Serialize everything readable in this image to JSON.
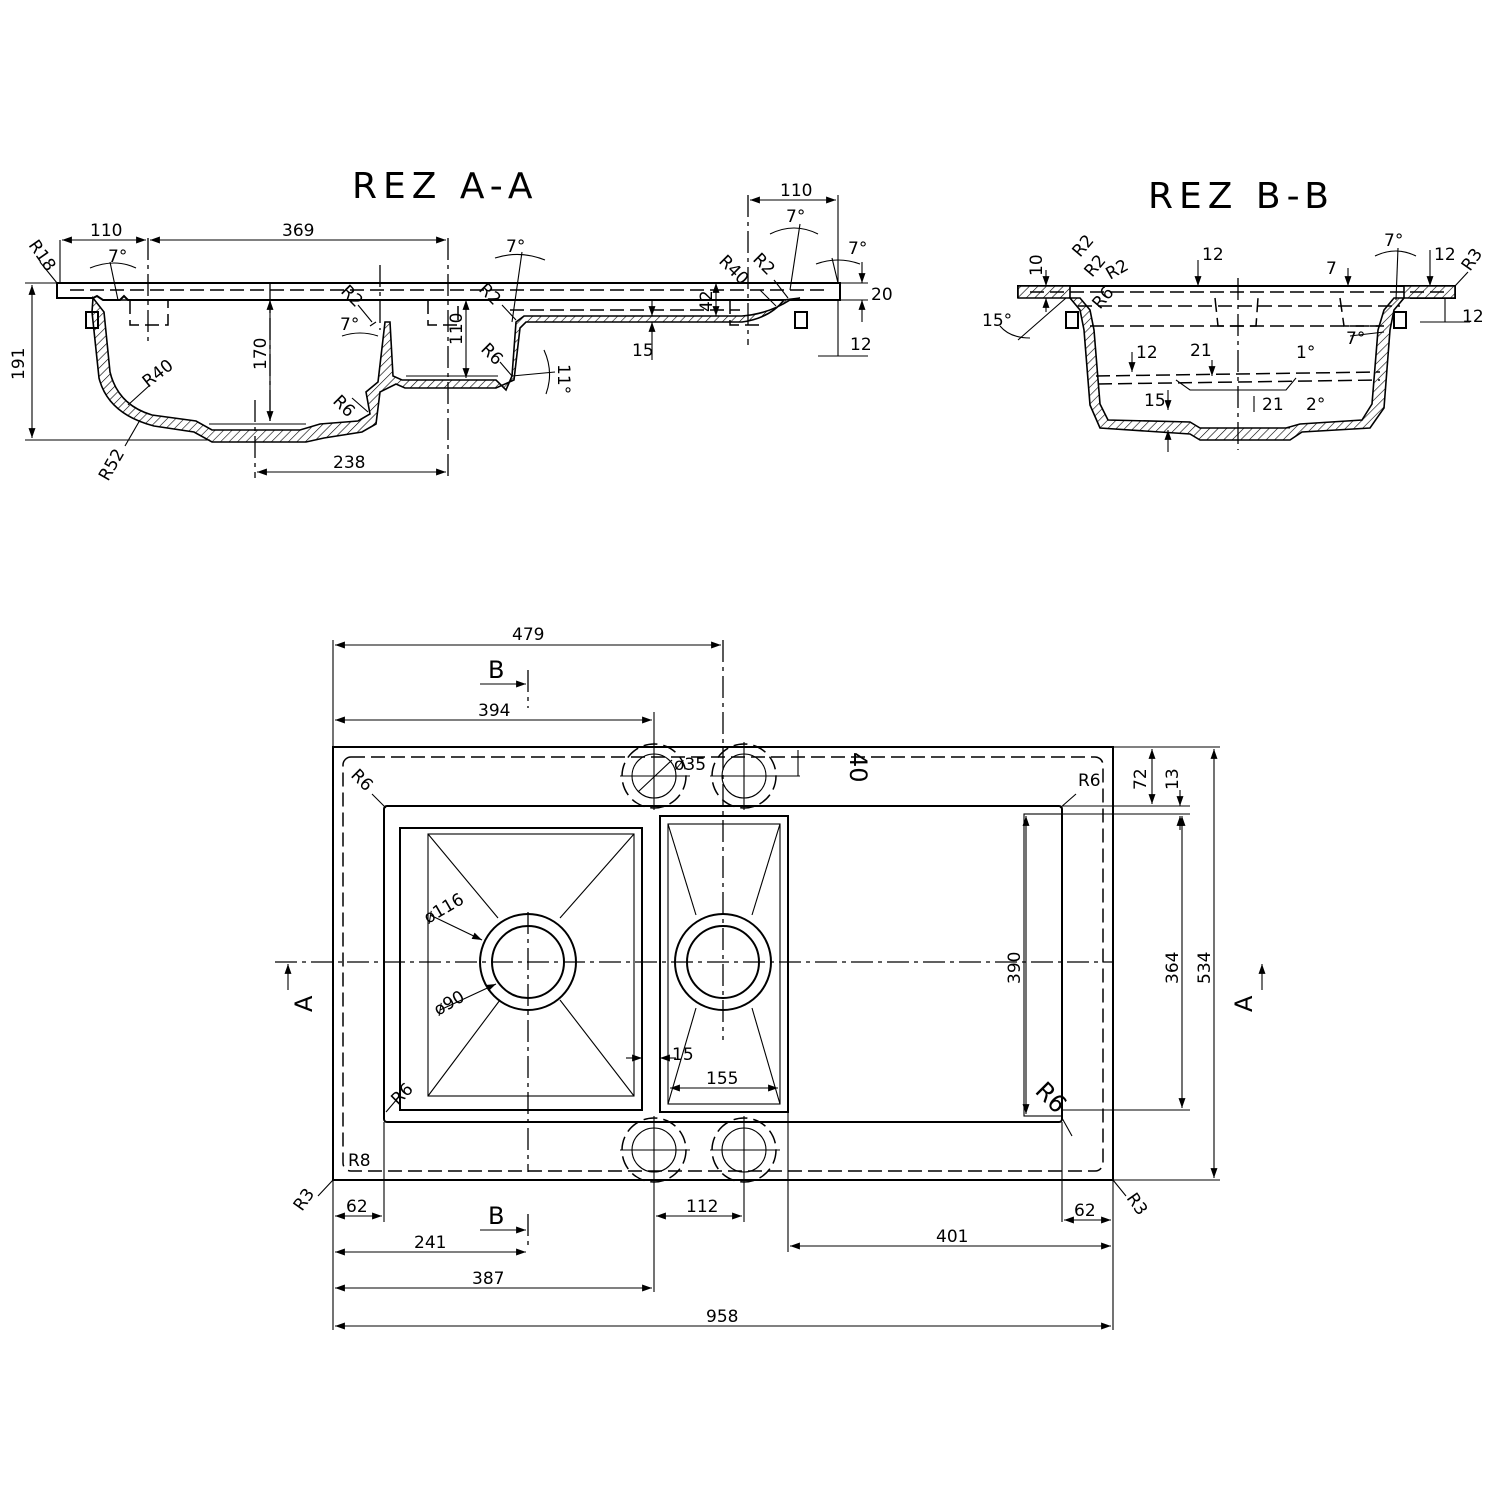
{
  "titles": {
    "section_a": "REZ A-A",
    "section_b": "REZ B-B"
  },
  "section_a": {
    "d_110_left": "110",
    "d_369": "369",
    "d_110_right": "110",
    "d_191": "191",
    "d_170": "170",
    "d_110_vert": "110",
    "d_42": "42",
    "d_20": "20",
    "d_15": "15",
    "d_12": "12",
    "d_238": "238",
    "r18": "R18",
    "r40_left": "R40",
    "r52": "R52",
    "r2_a": "R2",
    "r2_b": "R2",
    "r6_a": "R6",
    "r6_b": "R6",
    "r40_right": "R40",
    "r2_c": "R2",
    "ang_7_a": "7°",
    "ang_7_b": "7°",
    "ang_7_c": "7°",
    "ang_7_d": "7°",
    "ang_7_e": "7°",
    "ang_11": "11°"
  },
  "section_b": {
    "d_10": "10",
    "d_12_top": "12",
    "d_7": "7",
    "d_12_right_top": "12",
    "d_12_right": "12",
    "d_12_inner": "12",
    "d_21_a": "21",
    "d_21_b": "21",
    "d_15": "15",
    "r2_a": "R2",
    "r2_b": "R2",
    "r2_c": "R2",
    "r6": "R6",
    "r3": "R3",
    "ang_15": "15°",
    "ang_7_a": "7°",
    "ang_7_b": "7°",
    "ang_1": "1°",
    "ang_2": "2°"
  },
  "plan": {
    "d_479": "479",
    "d_394": "394",
    "d_35": "ø35",
    "d_40": "40",
    "d_72": "72",
    "d_13": "13",
    "d_390": "390",
    "d_364": "364",
    "d_534": "534",
    "d_116": "ø116",
    "d_90": "ø90",
    "d_15": "15",
    "d_155": "155",
    "d_62_left": "62",
    "d_62_right": "62",
    "d_112": "112",
    "d_241": "241",
    "d_387": "387",
    "d_401": "401",
    "d_958": "958",
    "r6_tl": "R6",
    "r6_tr": "R6",
    "r6_bl": "R6",
    "r6_br": "R6",
    "r8": "R8",
    "r3_left": "R3",
    "r3_right": "R3",
    "sec_a_left": "A",
    "sec_a_right": "A",
    "sec_b_top": "B",
    "sec_b_bottom": "B"
  }
}
